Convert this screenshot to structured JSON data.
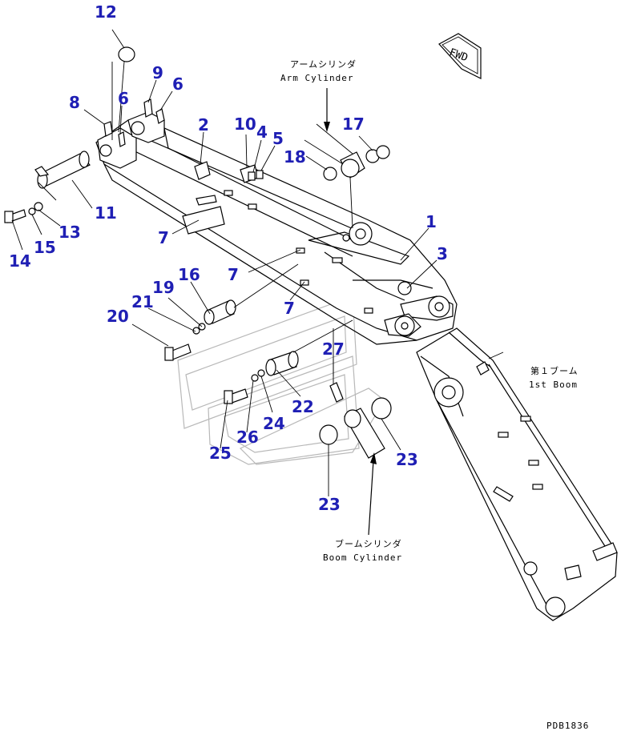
{
  "diagram": {
    "fwd_label": "FWD",
    "drawing_code": "PDB1836",
    "arm_cylinder": {
      "ja": "アームシリンダ",
      "en": "Arm Cylinder"
    },
    "boom_cylinder": {
      "ja": "ブームシリンダ",
      "en": "Boom Cylinder"
    },
    "first_boom": {
      "ja": "第１ブーム",
      "en": "1st Boom"
    },
    "callouts": {
      "c12": "12",
      "c9": "9",
      "c6a": "6",
      "c8": "8",
      "c6b": "6",
      "c2": "2",
      "c10": "10",
      "c4": "4",
      "c5": "5",
      "c18": "18",
      "c17": "17",
      "c11": "11",
      "c1": "1",
      "c7a": "7",
      "c13": "13",
      "c15": "15",
      "c14": "14",
      "c3": "3",
      "c16": "16",
      "c7b": "7",
      "c19": "19",
      "c21": "21",
      "c20": "20",
      "c7c": "7",
      "c27": "27",
      "c22": "22",
      "c24": "24",
      "c26": "26",
      "c25": "25",
      "c23a": "23",
      "c23b": "23"
    },
    "colors": {
      "callout": "#1f1fb4",
      "line": "#000000",
      "ghost": "#b8b8b8"
    }
  }
}
